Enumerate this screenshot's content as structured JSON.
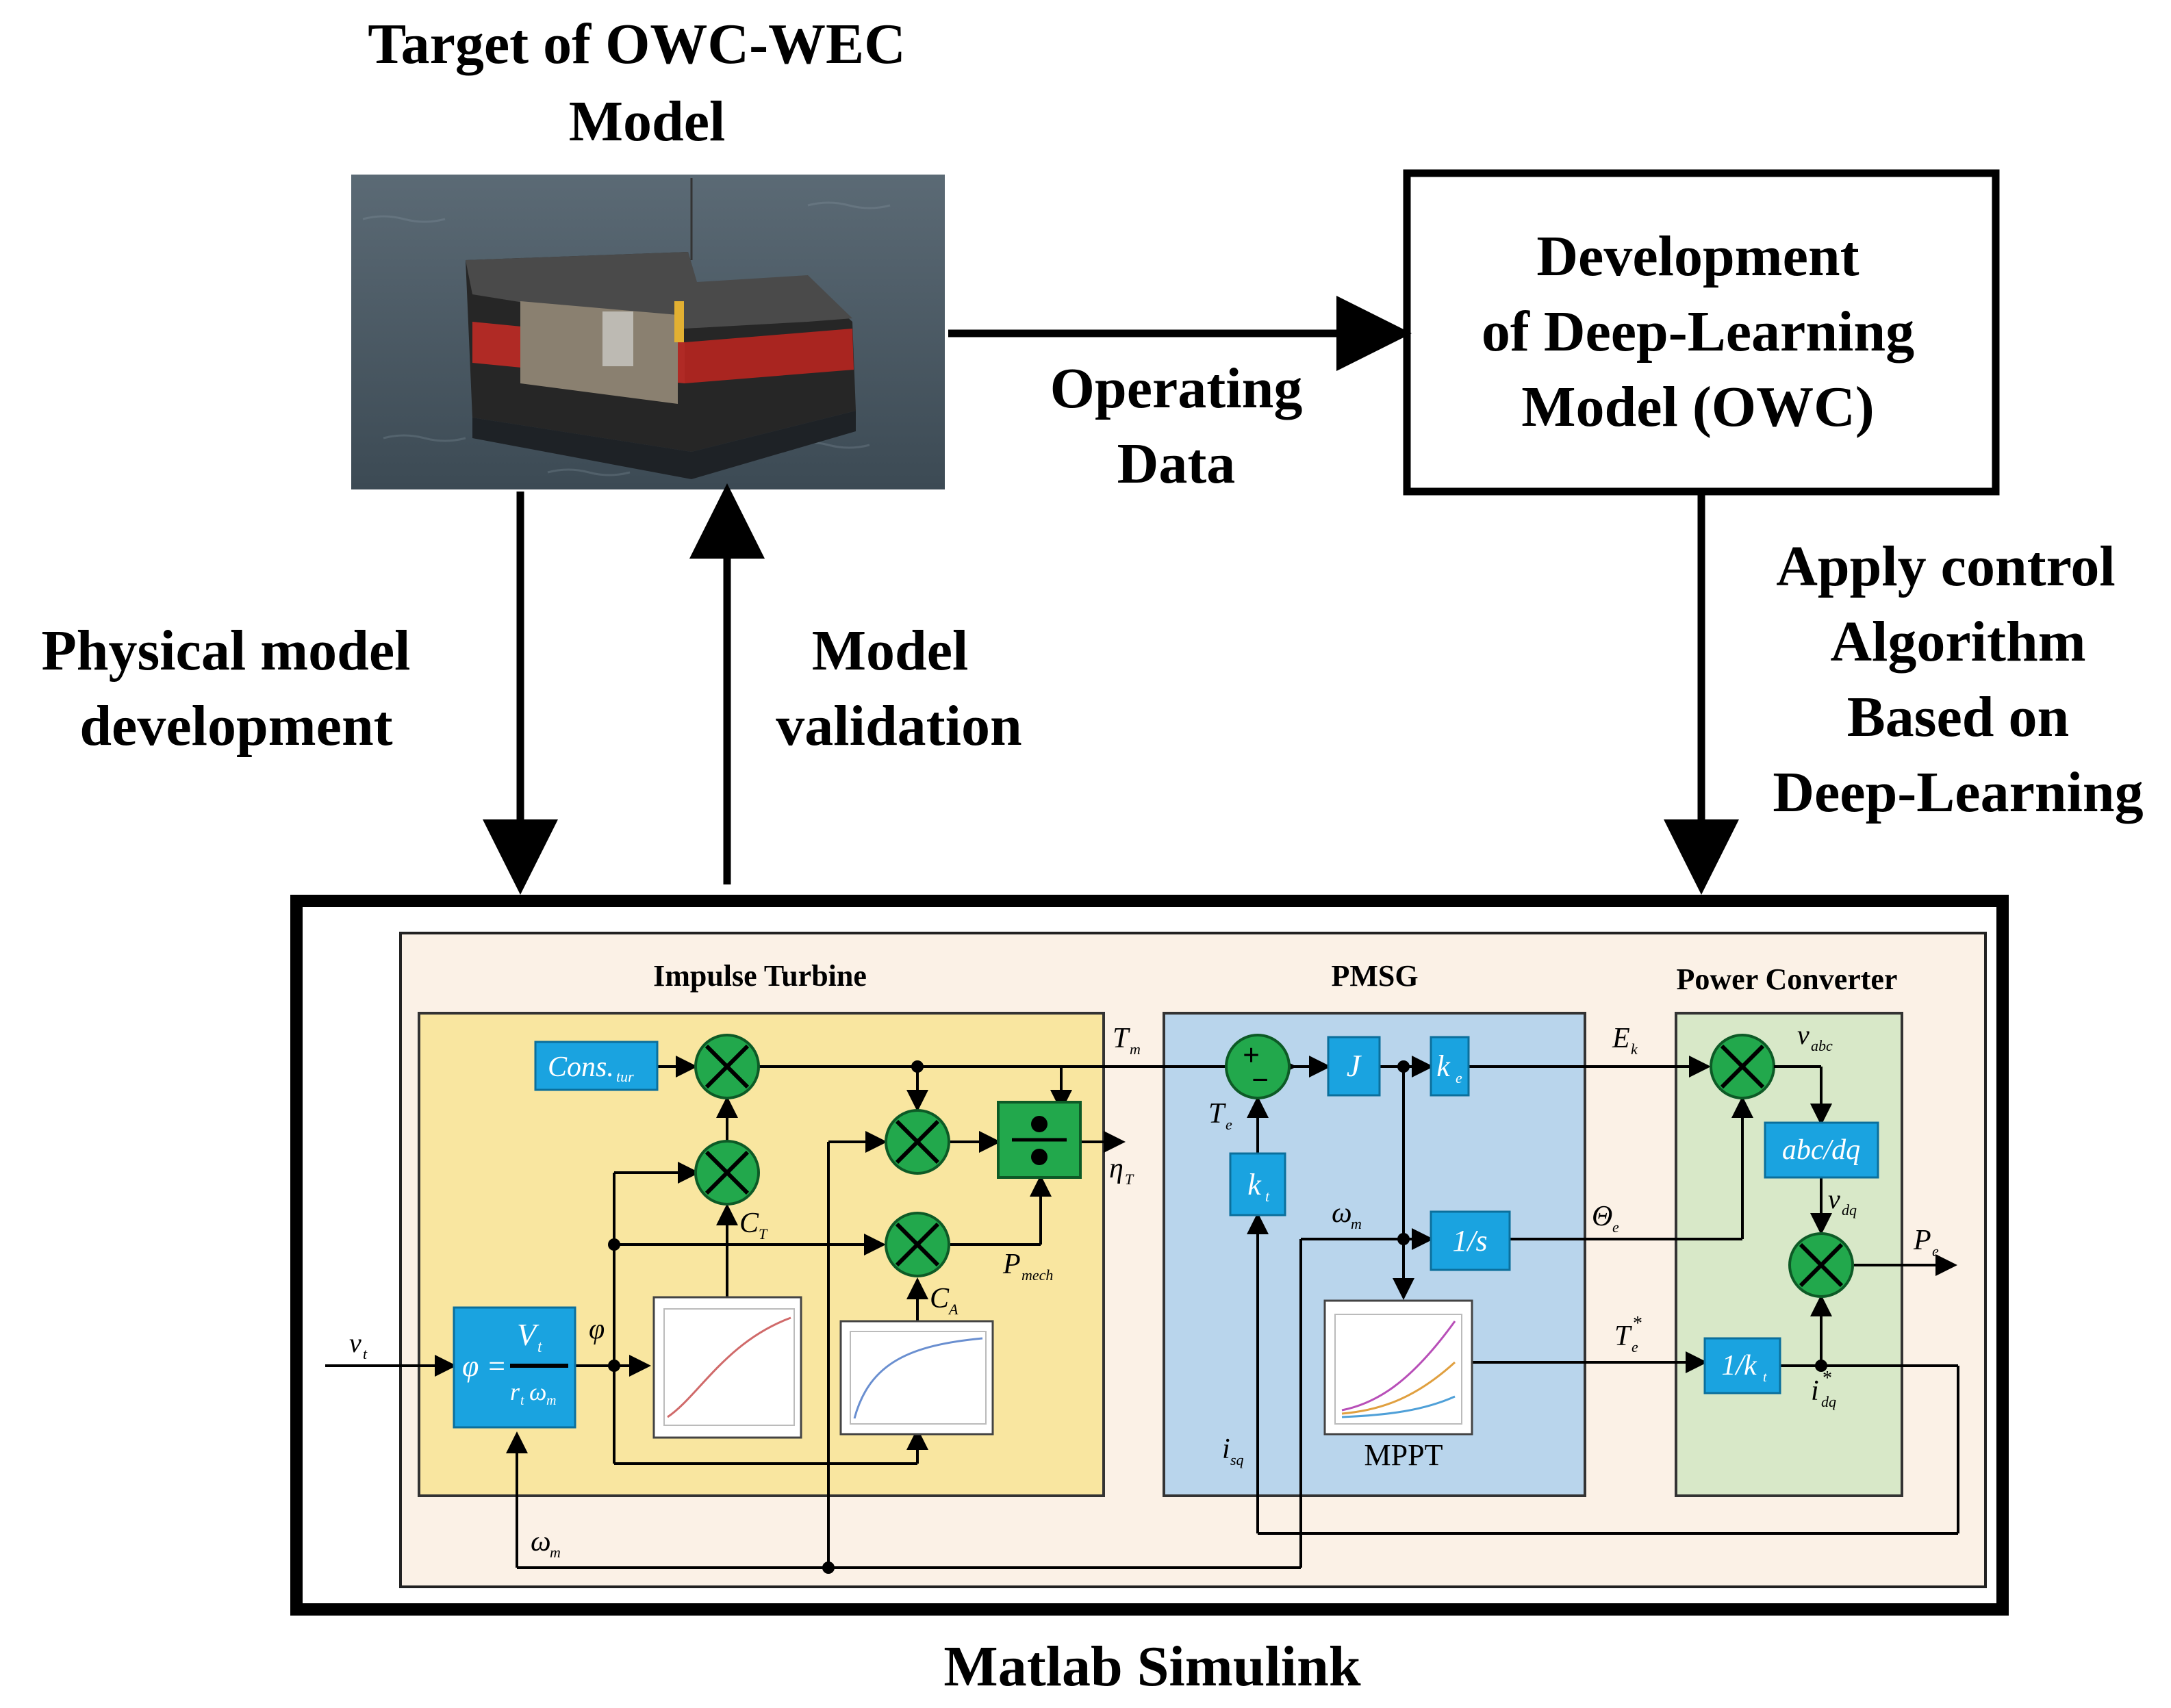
{
  "target": {
    "title_line1": "Target of OWC-WEC",
    "title_line2": "Model"
  },
  "dev_box": {
    "line1": "Development",
    "line2": "of Deep-Learning",
    "line3": "Model (OWC)"
  },
  "labels": {
    "operating_line1": "Operating",
    "operating_line2": "Data",
    "physical_line1": "Physical model",
    "physical_line2": "development",
    "validation_line1": "Model",
    "validation_line2": "validation",
    "apply_line1": "Apply control",
    "apply_line2": "Algorithm",
    "apply_line3": "Based on",
    "apply_line4": "Deep-Learning"
  },
  "simulink": {
    "caption": "Matlab Simulink",
    "panels": {
      "impulse": "Impulse Turbine",
      "pmsg": "PMSG",
      "power": "Power Converter"
    },
    "blocks": {
      "cons": "Cons.",
      "cons_sub": "tur",
      "phi_lhs": "φ =",
      "phi_num": "V",
      "phi_num_sub": "t",
      "phi_den": "r",
      "phi_den_sub": "t",
      "phi_den2": "ω",
      "phi_den2_sub": "m",
      "J": "J",
      "ke": "k",
      "ke_sub": "e",
      "kt": "k",
      "kt_sub": "t",
      "integrator": "1/s",
      "abcdq": "abc/dq",
      "inv_kt": "1/k",
      "inv_kt_sub": "t",
      "mppt": "MPPT",
      "sum_plus": "+",
      "sum_minus": "−",
      "mult": "×"
    },
    "signals": {
      "vt": "v",
      "vt_sub": "t",
      "phi": "φ",
      "Tm": "T",
      "Tm_sub": "m",
      "CT": "C",
      "CT_sub": "T",
      "CA": "C",
      "CA_sub": "A",
      "Pmech": "P",
      "Pmech_sub": "mech",
      "etaT": "η",
      "etaT_sub": "T",
      "Te": "T",
      "Te_sub": "e",
      "wm": "ω",
      "wm_sub": "m",
      "isq": "i",
      "isq_sub": "sq",
      "Ek": "E",
      "Ek_sub": "k",
      "vabc": "v",
      "vabc_sub": "abc",
      "vdq": "v",
      "vdq_sub": "dq",
      "theta": "Θ",
      "theta_sub": "e",
      "Te_star": "T",
      "Te_star_sub": "e",
      "idq": "i",
      "idq_sub": "dq",
      "Pe": "P",
      "Pe_sub": "e",
      "star": "*"
    }
  },
  "colors": {
    "impulse_fill": "#f9e6a0",
    "pmsg_fill": "#b9d5ec",
    "power_fill": "#d8e8c8",
    "frame_fill": "#fbf1e6",
    "block_fill": "#1aa3e0",
    "mult_fill": "#22a84c"
  }
}
